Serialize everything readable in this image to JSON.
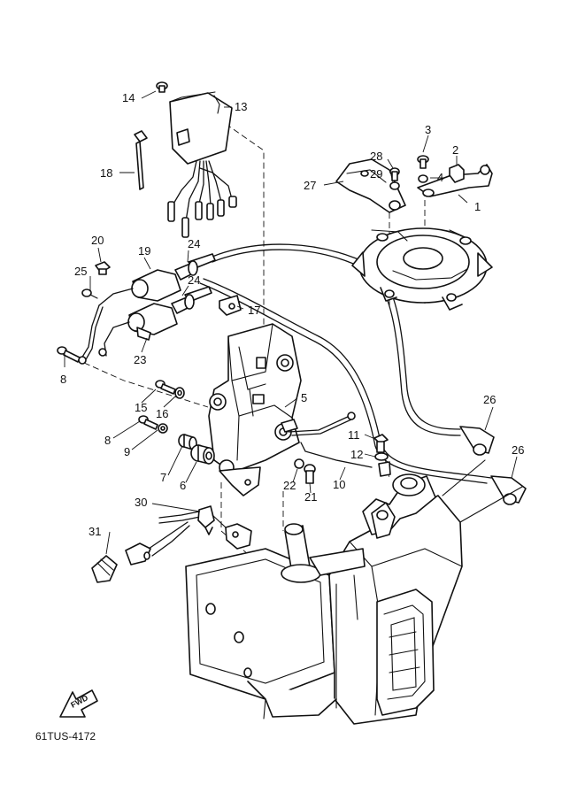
{
  "callouts": [
    "14",
    "13",
    "18",
    "3",
    "2",
    "28",
    "29",
    "4",
    "27",
    "1",
    "20",
    "19",
    "24",
    "24",
    "25",
    "17",
    "23",
    "8",
    "5",
    "15",
    "16",
    "26",
    "26",
    "11",
    "12",
    "8",
    "9",
    "7",
    "6",
    "22",
    "21",
    "10",
    "30",
    "31"
  ],
  "drawing_code": "61TUS-4172",
  "fwd_label": "FWD"
}
